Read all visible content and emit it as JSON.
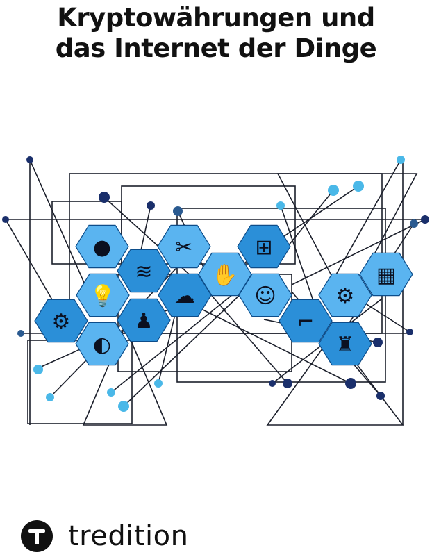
{
  "cover": {
    "title_line1": "Kryptowährungen und",
    "title_line2": "das Internet der Dinge"
  },
  "illustration": {
    "colors": {
      "hex_fill": "#2b8fd8",
      "hex_fill_light": "#5ab4f0",
      "line": "#1b1f2b",
      "node_dark": "#1a2f6b",
      "node_light": "#4ab8e8"
    },
    "hex_icons": [
      "worker-icon",
      "gear-icon",
      "lightbulb-icon",
      "wifi-icon",
      "world-map-icon",
      "people-icon",
      "tools-icon",
      "cloud-icon",
      "handshake-icon",
      "network-icon",
      "brain-gears-icon",
      "robot-arm-icon",
      "gear-wrench-icon",
      "robot-icon",
      "binary-icon"
    ]
  },
  "publisher": {
    "name": "tredition"
  }
}
